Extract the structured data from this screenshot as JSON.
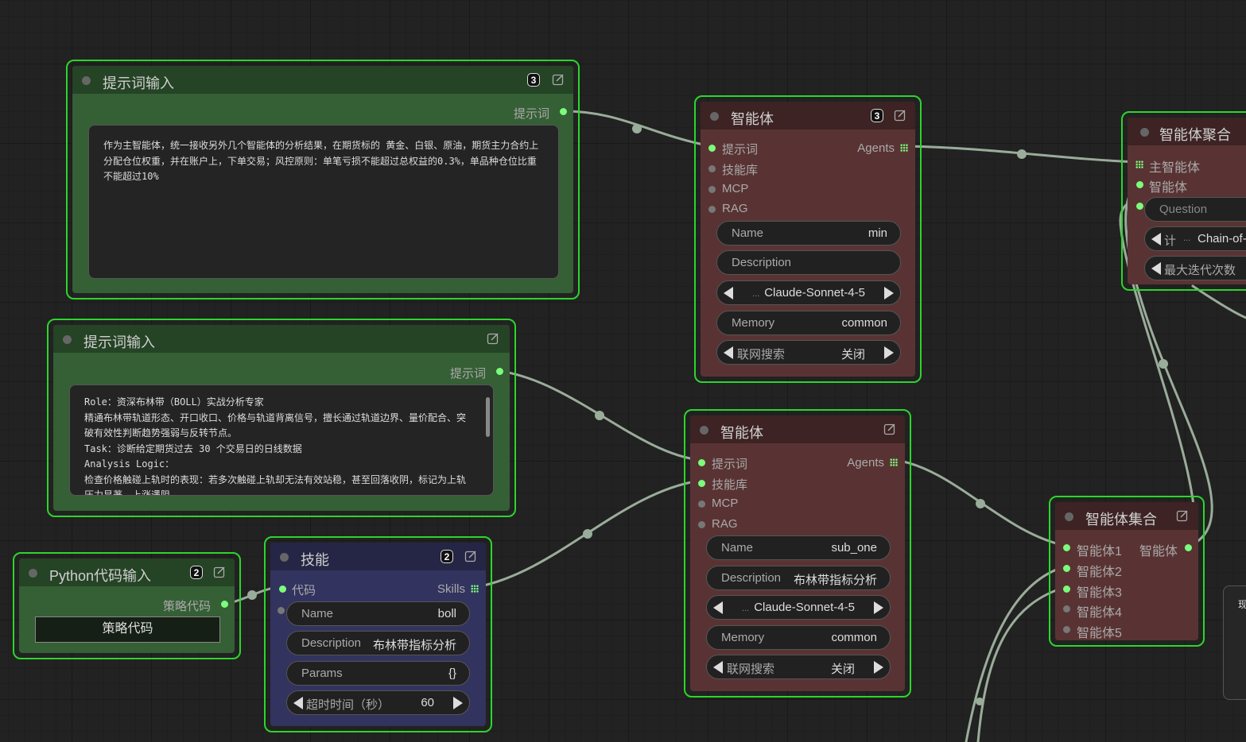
{
  "nodes": {
    "prompt1": {
      "title": "提示词输入",
      "badge": "3",
      "output_label": "提示词",
      "text": "作为主智能体，统一接收另外几个智能体的分析结果，在期货标的 黄金、白银、原油，期货主力合约上分配仓位权重，并在账户上，下单交易；风控原则：单笔亏损不能超过总权益的0.3%，单品种仓位比重不能超过10%"
    },
    "prompt2": {
      "title": "提示词输入",
      "output_label": "提示词",
      "text": "Role：资深布林带（BOLL）实战分析专家\n精通布林带轨道形态、开口收口、价格与轨道背离信号，擅长通过轨道边界、量价配合、突破有效性判断趋势强弱与反转节点。\nTask：诊断给定期货过去 30 个交易日的日线数据\nAnalysis Logic：\n检查价格触碰上轨时的表现：若多次触碰上轨却无法有效站稳，甚至回落收阴，标记为上轨压力显著，上涨遇阻"
    },
    "python": {
      "title": "Python代码输入",
      "badge": "2",
      "output_label": "策略代码",
      "value": "策略代码"
    },
    "skill": {
      "title": "技能",
      "badge": "2",
      "input_label": "代码",
      "output_label": "Skills",
      "name_label": "Name",
      "name_value": "boll",
      "desc_label": "Description",
      "desc_value": "布林带指标分析",
      "params_label": "Params",
      "params_value": "{}",
      "timeout_label": "超时时间（秒）",
      "timeout_value": "60"
    },
    "agent1": {
      "title": "智能体",
      "badge": "3",
      "inputs": [
        "提示词",
        "技能库",
        "MCP",
        "RAG"
      ],
      "output_label": "Agents",
      "name_label": "Name",
      "name_value": "min",
      "desc_label": "Description",
      "desc_value": "",
      "model_ellipsis": "...",
      "model_value": "Claude-Sonnet-4-5",
      "memory_label": "Memory",
      "memory_value": "common",
      "search_label": "联网搜索",
      "search_value": "关闭"
    },
    "agent2": {
      "title": "智能体",
      "inputs": [
        "提示词",
        "技能库",
        "MCP",
        "RAG"
      ],
      "output_label": "Agents",
      "name_label": "Name",
      "name_value": "sub_one",
      "desc_label": "Description",
      "desc_value": "布林带指标分析",
      "model_ellipsis": "...",
      "model_value": "Claude-Sonnet-4-5",
      "memory_label": "Memory",
      "memory_value": "common",
      "search_label": "联网搜索",
      "search_value": "关闭"
    },
    "aggregate": {
      "title": "智能体聚合",
      "inputs": [
        "主智能体",
        "智能体"
      ],
      "question_placeholder": "Question",
      "strategy_label": "计",
      "strategy_ellipsis": "...",
      "strategy_value": "Chain-of-",
      "iter_label": "最大迭代次数"
    },
    "collection": {
      "title": "智能体集合",
      "inputs": [
        "智能体1",
        "智能体2",
        "智能体3",
        "智能体4",
        "智能体5"
      ],
      "output_label": "智能体"
    },
    "partial": {
      "text": "现"
    }
  },
  "colors": {
    "selection": "#2bd62b",
    "wire": "#9aac9a",
    "slot_active": "#7cfc7c"
  },
  "icons": {
    "edit": "edit-icon",
    "grid": "grid-icon",
    "status": "status-dot-icon"
  }
}
